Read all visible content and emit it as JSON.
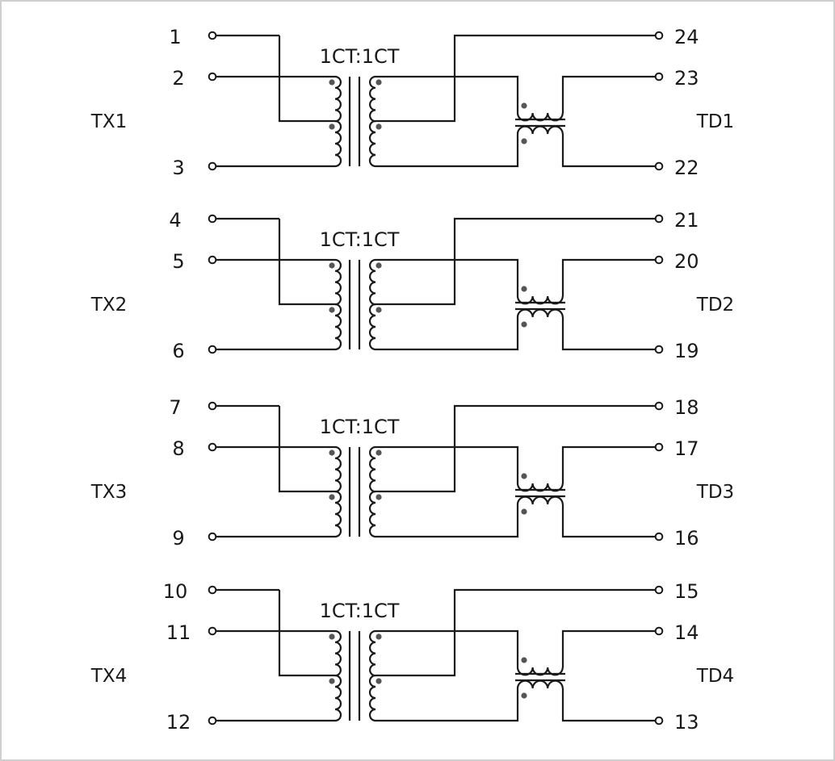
{
  "diagram": {
    "colors": {
      "line": "#1a1a1a",
      "dot": "#555555",
      "frame": "#cfcfcf",
      "background": "#ffffff"
    },
    "channels": [
      {
        "left_label": "TX1",
        "right_label": "TD1",
        "ratio": "1CT:1CT",
        "left_pins": [
          "1",
          "2",
          "3"
        ],
        "right_pins": [
          "24",
          "23",
          "22"
        ]
      },
      {
        "left_label": "TX2",
        "right_label": "TD2",
        "ratio": "1CT:1CT",
        "left_pins": [
          "4",
          "5",
          "6"
        ],
        "right_pins": [
          "21",
          "20",
          "19"
        ]
      },
      {
        "left_label": "TX3",
        "right_label": "TD3",
        "ratio": "1CT:1CT",
        "left_pins": [
          "7",
          "8",
          "9"
        ],
        "right_pins": [
          "18",
          "17",
          "16"
        ]
      },
      {
        "left_label": "TX4",
        "right_label": "TD4",
        "ratio": "1CT:1CT",
        "left_pins": [
          "10",
          "11",
          "12"
        ],
        "right_pins": [
          "15",
          "14",
          "13"
        ]
      }
    ]
  }
}
